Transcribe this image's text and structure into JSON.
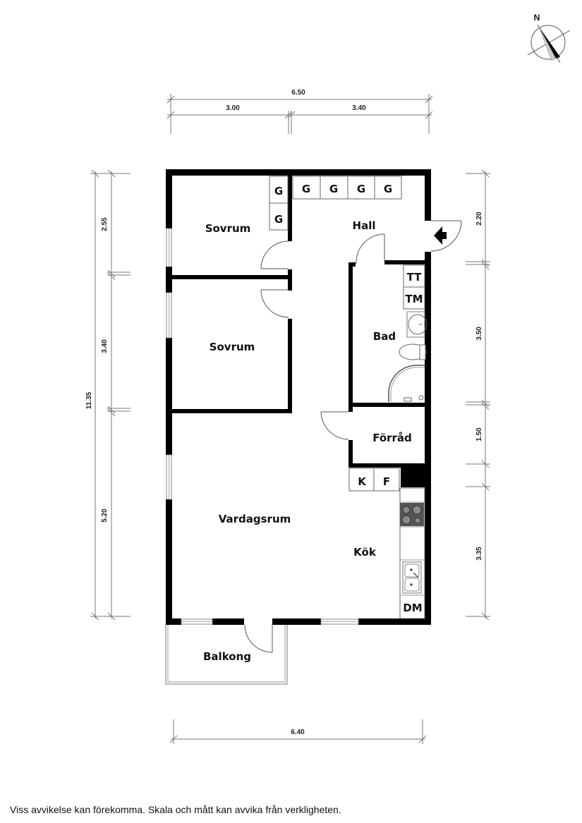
{
  "compass": {
    "label": "N",
    "icon": "north-arrow-icon"
  },
  "dimensions": {
    "top_total": "6.50",
    "top_left": "3.00",
    "top_right": "3.40",
    "left_total": "11.35",
    "left_segments": [
      "2.55",
      "3.40",
      "5.20"
    ],
    "right_segments": [
      "2.20",
      "3.50",
      "1.50",
      "3.35"
    ],
    "bottom_total": "6.40"
  },
  "rooms": {
    "bedroom_1": "Sovrum",
    "bedroom_2": "Sovrum",
    "hall": "Hall",
    "bathroom": "Bad",
    "storage": "Förråd",
    "living_room": "Vardagsrum",
    "kitchen": "Kök",
    "balcony": "Balkong"
  },
  "fixtures": {
    "wardrobes_bedroom": [
      "G",
      "G"
    ],
    "wardrobes_hall": [
      "G",
      "G",
      "G",
      "G"
    ],
    "bath_tt": "TT",
    "bath_tm": "TM",
    "kitchen_k": "K",
    "kitchen_f": "F",
    "kitchen_dm": "DM"
  },
  "entrance": {
    "icon": "entrance-arrow-icon"
  },
  "disclaimer": "Viss avvikelse kan förekomma. Skala och mått kan avvika från verkligheten."
}
